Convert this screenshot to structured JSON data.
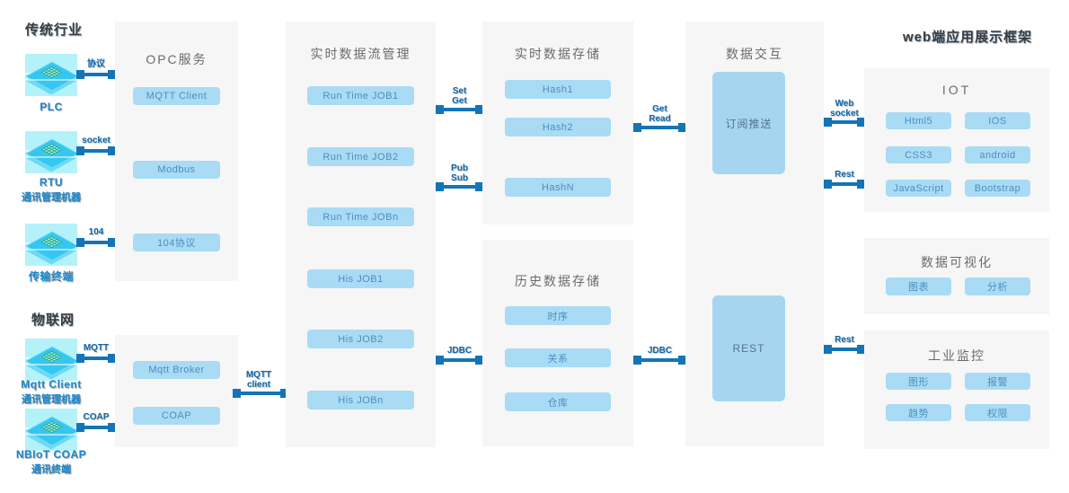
{
  "sections": {
    "traditional": "传统行业",
    "iot_network": "物联网",
    "web_framework": "web端应用展示框架"
  },
  "devices": [
    {
      "label": "PLC",
      "sublabel": "",
      "link": "协议"
    },
    {
      "label": "RTU",
      "sublabel": "通讯管理机器",
      "link": "socket"
    },
    {
      "label": "传输终端",
      "sublabel": "",
      "link": "104"
    },
    {
      "label": "Mqtt Client",
      "sublabel": "通讯管理机器",
      "link": "MQTT"
    },
    {
      "label": "NBIoT COAP",
      "sublabel": "通讯终端",
      "link": "COAP"
    }
  ],
  "panels": {
    "opc": {
      "title": "OPC服务",
      "items": [
        "MQTT Client",
        "Modbus",
        "104协议"
      ]
    },
    "broker": {
      "items": [
        "Mqtt  Broker",
        "COAP"
      ]
    },
    "stream": {
      "title": "实时数据流管理",
      "items": [
        "Run Time JOB1",
        "Run Time JOB2",
        "Run Time JOBn",
        "His JOB1",
        "His JOB2",
        "His JOBn"
      ]
    },
    "realtime_store": {
      "title": "实时数据存储",
      "items": [
        "Hash1",
        "Hash2",
        "HashN"
      ]
    },
    "history_store": {
      "title": "历史数据存储",
      "items": [
        "时序",
        "关系",
        "仓库"
      ]
    },
    "interact": {
      "title": "数据交互",
      "boxes": [
        "订阅推送",
        "REST"
      ]
    },
    "iot": {
      "title": "IOT",
      "items": [
        "Html5",
        "IOS",
        "CSS3",
        "android",
        "JavaScript",
        "Bootstrap"
      ]
    },
    "viz": {
      "title": "数据可视化",
      "items": [
        "图表",
        "分析"
      ]
    },
    "monitor": {
      "title": "工业监控",
      "items": [
        "图形",
        "报警",
        "趋势",
        "权限"
      ]
    }
  },
  "connectors": {
    "mqtt_client": [
      "MQTT",
      "client"
    ],
    "set_get": [
      "Set",
      "Get"
    ],
    "pub_sub": [
      "Pub",
      "Sub"
    ],
    "jdbc_left": "JDBC",
    "get_read": [
      "Get",
      "Read"
    ],
    "jdbc_right": "JDBC",
    "web_socket": [
      "Web",
      "socket"
    ],
    "rest_top": "Rest",
    "rest_bottom": "Rest"
  },
  "colors": {
    "connector": "#1474b6",
    "panel_bg": "#f6f6f7",
    "button_bg": "#a9dbf4",
    "bigbox_bg": "#a6d6ef",
    "device_label": "#1b87cb",
    "icon_cyan": "#35c7f0"
  }
}
